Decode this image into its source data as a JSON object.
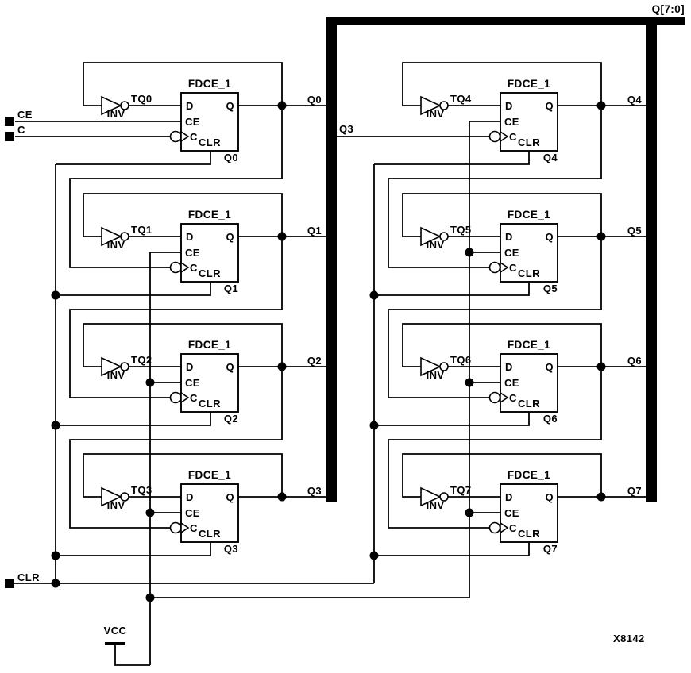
{
  "figure": {
    "id": "X8142",
    "bus_label": "Q[7:0]"
  },
  "inputs": {
    "ce": "CE",
    "c": "C",
    "clr": "CLR"
  },
  "power": {
    "vcc": "VCC"
  },
  "pins": {
    "d": "D",
    "ce": "CE",
    "c": "C",
    "clr": "CLR",
    "q": "Q"
  },
  "inverter_label": "INV",
  "bus_tap_label": "Q3",
  "flipflops": [
    {
      "type": "FDCE_1",
      "instance": "Q0",
      "t_net": "TQ0",
      "q_net": "Q0"
    },
    {
      "type": "FDCE_1",
      "instance": "Q1",
      "t_net": "TQ1",
      "q_net": "Q1"
    },
    {
      "type": "FDCE_1",
      "instance": "Q2",
      "t_net": "TQ2",
      "q_net": "Q2"
    },
    {
      "type": "FDCE_1",
      "instance": "Q3",
      "t_net": "TQ3",
      "q_net": "Q3"
    },
    {
      "type": "FDCE_1",
      "instance": "Q4",
      "t_net": "TQ4",
      "q_net": "Q4"
    },
    {
      "type": "FDCE_1",
      "instance": "Q5",
      "t_net": "TQ5",
      "q_net": "Q5"
    },
    {
      "type": "FDCE_1",
      "instance": "Q6",
      "t_net": "TQ6",
      "q_net": "Q6"
    },
    {
      "type": "FDCE_1",
      "instance": "Q7",
      "t_net": "TQ7",
      "q_net": "Q7"
    }
  ]
}
